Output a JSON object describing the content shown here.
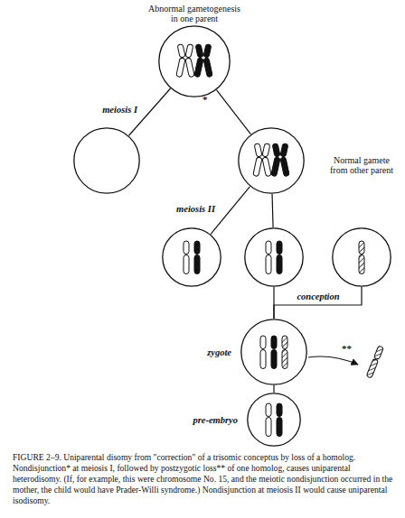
{
  "diagram": {
    "caption": "FIGURE 2–9. Uniparental disomy from \"correction\" of a trisomic conceptus by loss of a homolog. Nondisjunction* at meiosis I, followed by postzygotic loss** of one homolog, causes uniparental heterodisomy. (If, for example, this were chromosome No. 15, and the meiotic nondisjunction occurred in the mother, the child would have Prader-Willi syndrome.) Nondisjunction at meiosis II would cause uniparental isodisomy.",
    "nodes": [
      {
        "text": [
          "Abnormal gametogenesis in one parent"
        ]
      },
      {
        "text": []
      },
      {
        "text": []
      },
      {
        "text": []
      },
      {
        "text": []
      },
      {
        "text": [
          "Normal gamete from other parent"
        ]
      },
      {
        "text": [
          "zygote"
        ]
      },
      {
        "text": [
          "pre-embryo"
        ]
      }
    ],
    "edges": [
      {
        "from": 0,
        "to": 1,
        "arrow": "none",
        "label": "meiosis I"
      },
      {
        "from": 0,
        "to": 2,
        "arrow": "none"
      },
      {
        "from": 2,
        "to": 3,
        "arrow": "none",
        "label": "meiosis II"
      },
      {
        "from": 2,
        "to": 4,
        "arrow": "none"
      },
      {
        "from": 4,
        "to": 6,
        "arrow": "none"
      },
      {
        "from": 5,
        "to": 6,
        "arrow": "none",
        "label": "conception"
      },
      {
        "from": 6,
        "to": 7,
        "arrow": "none"
      }
    ],
    "labels": [
      "*",
      "**"
    ]
  }
}
